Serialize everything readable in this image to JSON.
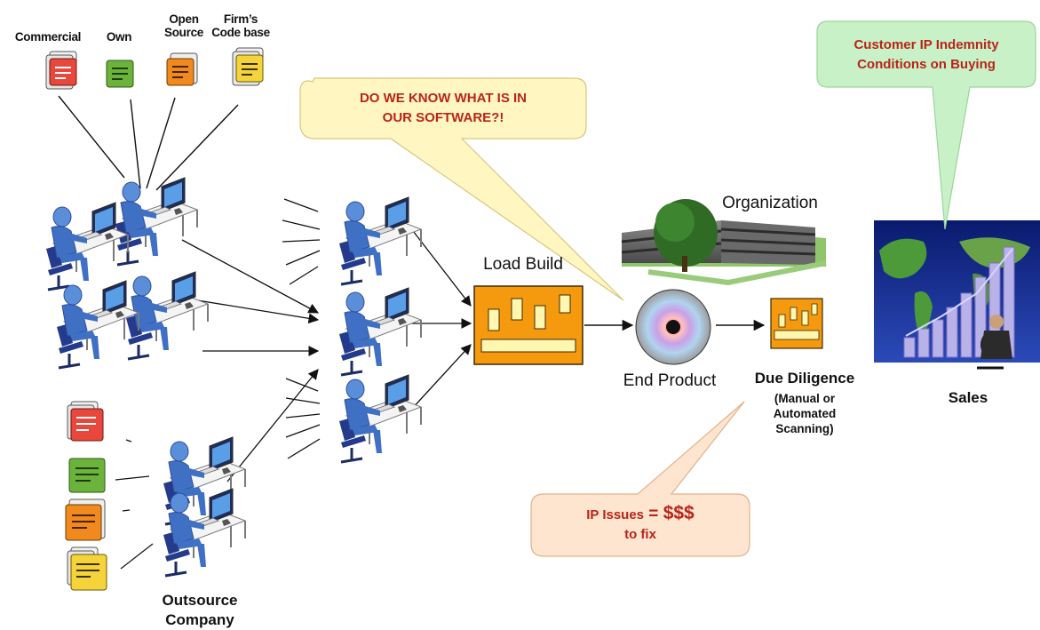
{
  "sources": {
    "commercial": "Commercial",
    "own": "Own",
    "open_source": "Open\nSource",
    "firm_code_base": "Firm’s\nCode base"
  },
  "nodes": {
    "load_build": "Load Build",
    "organization": "Organization",
    "end_product": "End Product",
    "due_diligence": "Due Diligence",
    "scanning": "(Manual or\nAutomated\nScanning)",
    "sales": "Sales",
    "outsource": "Outsource\nCompany"
  },
  "callouts": {
    "know": "DO WE KNOW WHAT IS IN\nOUR SOFTWARE?!",
    "customer": "Customer IP Indemnity\nConditions on Buying",
    "ip_issues": "IP Issues",
    "equals": " = ",
    "cost": "$$$",
    "to_fix": "to fix"
  },
  "colors": {
    "doc_red": "#e8473c",
    "doc_green": "#6bb33a",
    "doc_orange": "#f08a1e",
    "doc_yellow": "#f4d43a",
    "build_orange": "#f59a0f",
    "callout_yellow": "#fff6c2",
    "callout_green": "#c9f1c7",
    "callout_peach": "#fde5cf",
    "callout_text": "#b8251a"
  }
}
